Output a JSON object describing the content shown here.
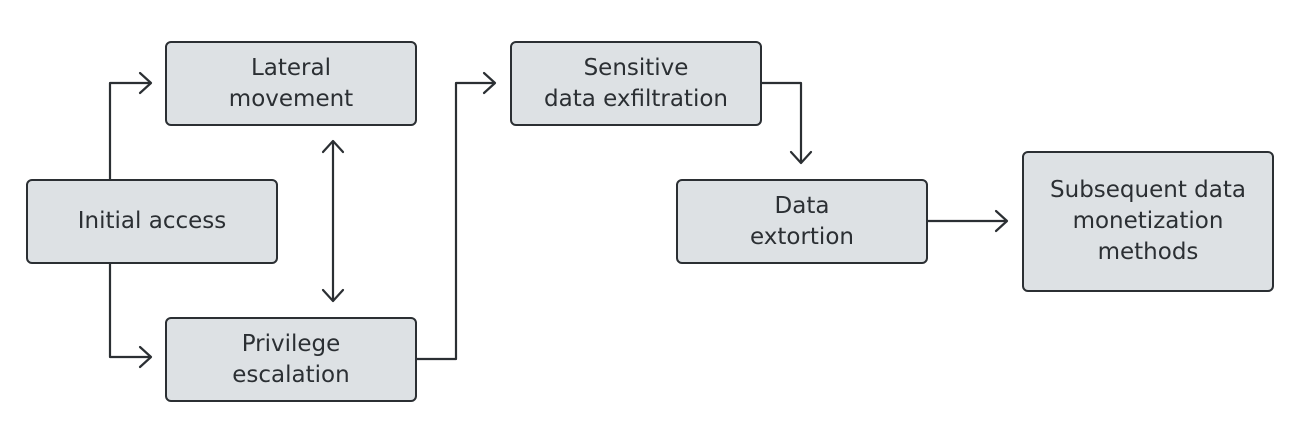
{
  "nodes": {
    "initial_access": {
      "lines": [
        "Initial access"
      ]
    },
    "lateral_movement": {
      "lines": [
        "Lateral",
        "movement"
      ]
    },
    "privilege_escalation": {
      "lines": [
        "Privilege",
        "escalation"
      ]
    },
    "sensitive_data_exfiltration": {
      "lines": [
        "Sensitive",
        "data exfiltration"
      ]
    },
    "data_extortion": {
      "lines": [
        "Data",
        "extortion"
      ]
    },
    "subsequent_monetization": {
      "lines": [
        "Subsequent data",
        "monetization",
        "methods"
      ]
    }
  },
  "edges": [
    {
      "from": "initial_access",
      "to": "lateral_movement"
    },
    {
      "from": "initial_access",
      "to": "privilege_escalation"
    },
    {
      "from": "lateral_movement",
      "to": "privilege_escalation",
      "bidirectional": true
    },
    {
      "from": "privilege_escalation",
      "to": "sensitive_data_exfiltration"
    },
    {
      "from": "sensitive_data_exfiltration",
      "to": "data_extortion"
    },
    {
      "from": "data_extortion",
      "to": "subsequent_monetization"
    }
  ],
  "colors": {
    "node_fill": "#dde1e4",
    "stroke": "#2b2f33",
    "text": "#2b2f33",
    "background": "#ffffff"
  }
}
